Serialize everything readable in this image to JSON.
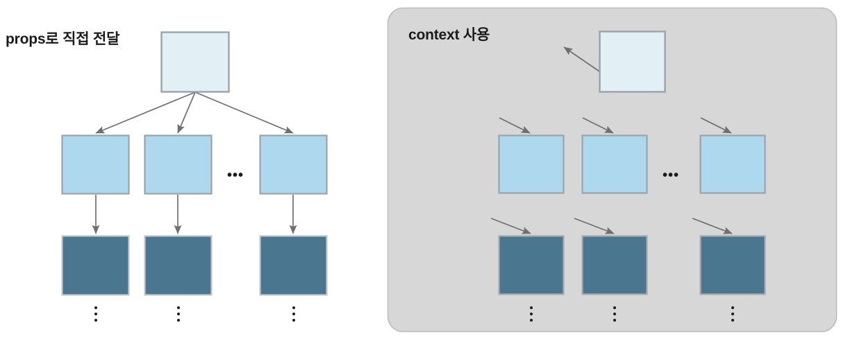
{
  "diagram": {
    "title_left": "props로 직접 전달",
    "title_right": "context 사용",
    "colors": {
      "root_box_fill": "#e2eff5",
      "mid_box_fill": "#aed8ee",
      "leaf_box_fill": "#4a7690",
      "box_stroke": "#9aa3a8",
      "arrow": "#6f6f6f",
      "panel_fill": "#d7d7d7",
      "panel_stroke": "#b9b9b9",
      "background": "#ffffff",
      "text": "#1b1b1b"
    },
    "left_panel": {
      "label": "props로 직접 전달",
      "root": {
        "name": "root-node",
        "fill": "#e2eff5"
      },
      "middle_row": [
        {
          "name": "middle-node-1",
          "fill": "#aed8ee"
        },
        {
          "name": "middle-node-2",
          "fill": "#aed8ee"
        },
        {
          "name": "middle-node-3",
          "fill": "#aed8ee"
        }
      ],
      "middle_ellipsis": "•••",
      "leaf_row": [
        {
          "name": "leaf-node-1",
          "fill": "#4a7690"
        },
        {
          "name": "leaf-node-2",
          "fill": "#4a7690"
        },
        {
          "name": "leaf-node-3",
          "fill": "#4a7690"
        }
      ],
      "leaf_ellipsis": "⋮",
      "edges": "root fans out to three middle nodes; each middle node drops straight down to its leaf node"
    },
    "right_panel": {
      "label": "context 사용",
      "root": {
        "name": "root-node",
        "fill": "#e2eff5"
      },
      "middle_row": [
        {
          "name": "middle-node-1",
          "fill": "#aed8ee"
        },
        {
          "name": "middle-node-2",
          "fill": "#aed8ee"
        },
        {
          "name": "middle-node-3",
          "fill": "#aed8ee"
        }
      ],
      "middle_ellipsis": "•••",
      "leaf_row": [
        {
          "name": "leaf-node-1",
          "fill": "#4a7690"
        },
        {
          "name": "leaf-node-2",
          "fill": "#4a7690"
        },
        {
          "name": "leaf-node-3",
          "fill": "#4a7690"
        }
      ],
      "leaf_ellipsis": "⋮",
      "edges": "root emits one arrow to upper-left; every middle and leaf node receives its own short diagonal arrow from upper-left (context consumption)"
    }
  }
}
